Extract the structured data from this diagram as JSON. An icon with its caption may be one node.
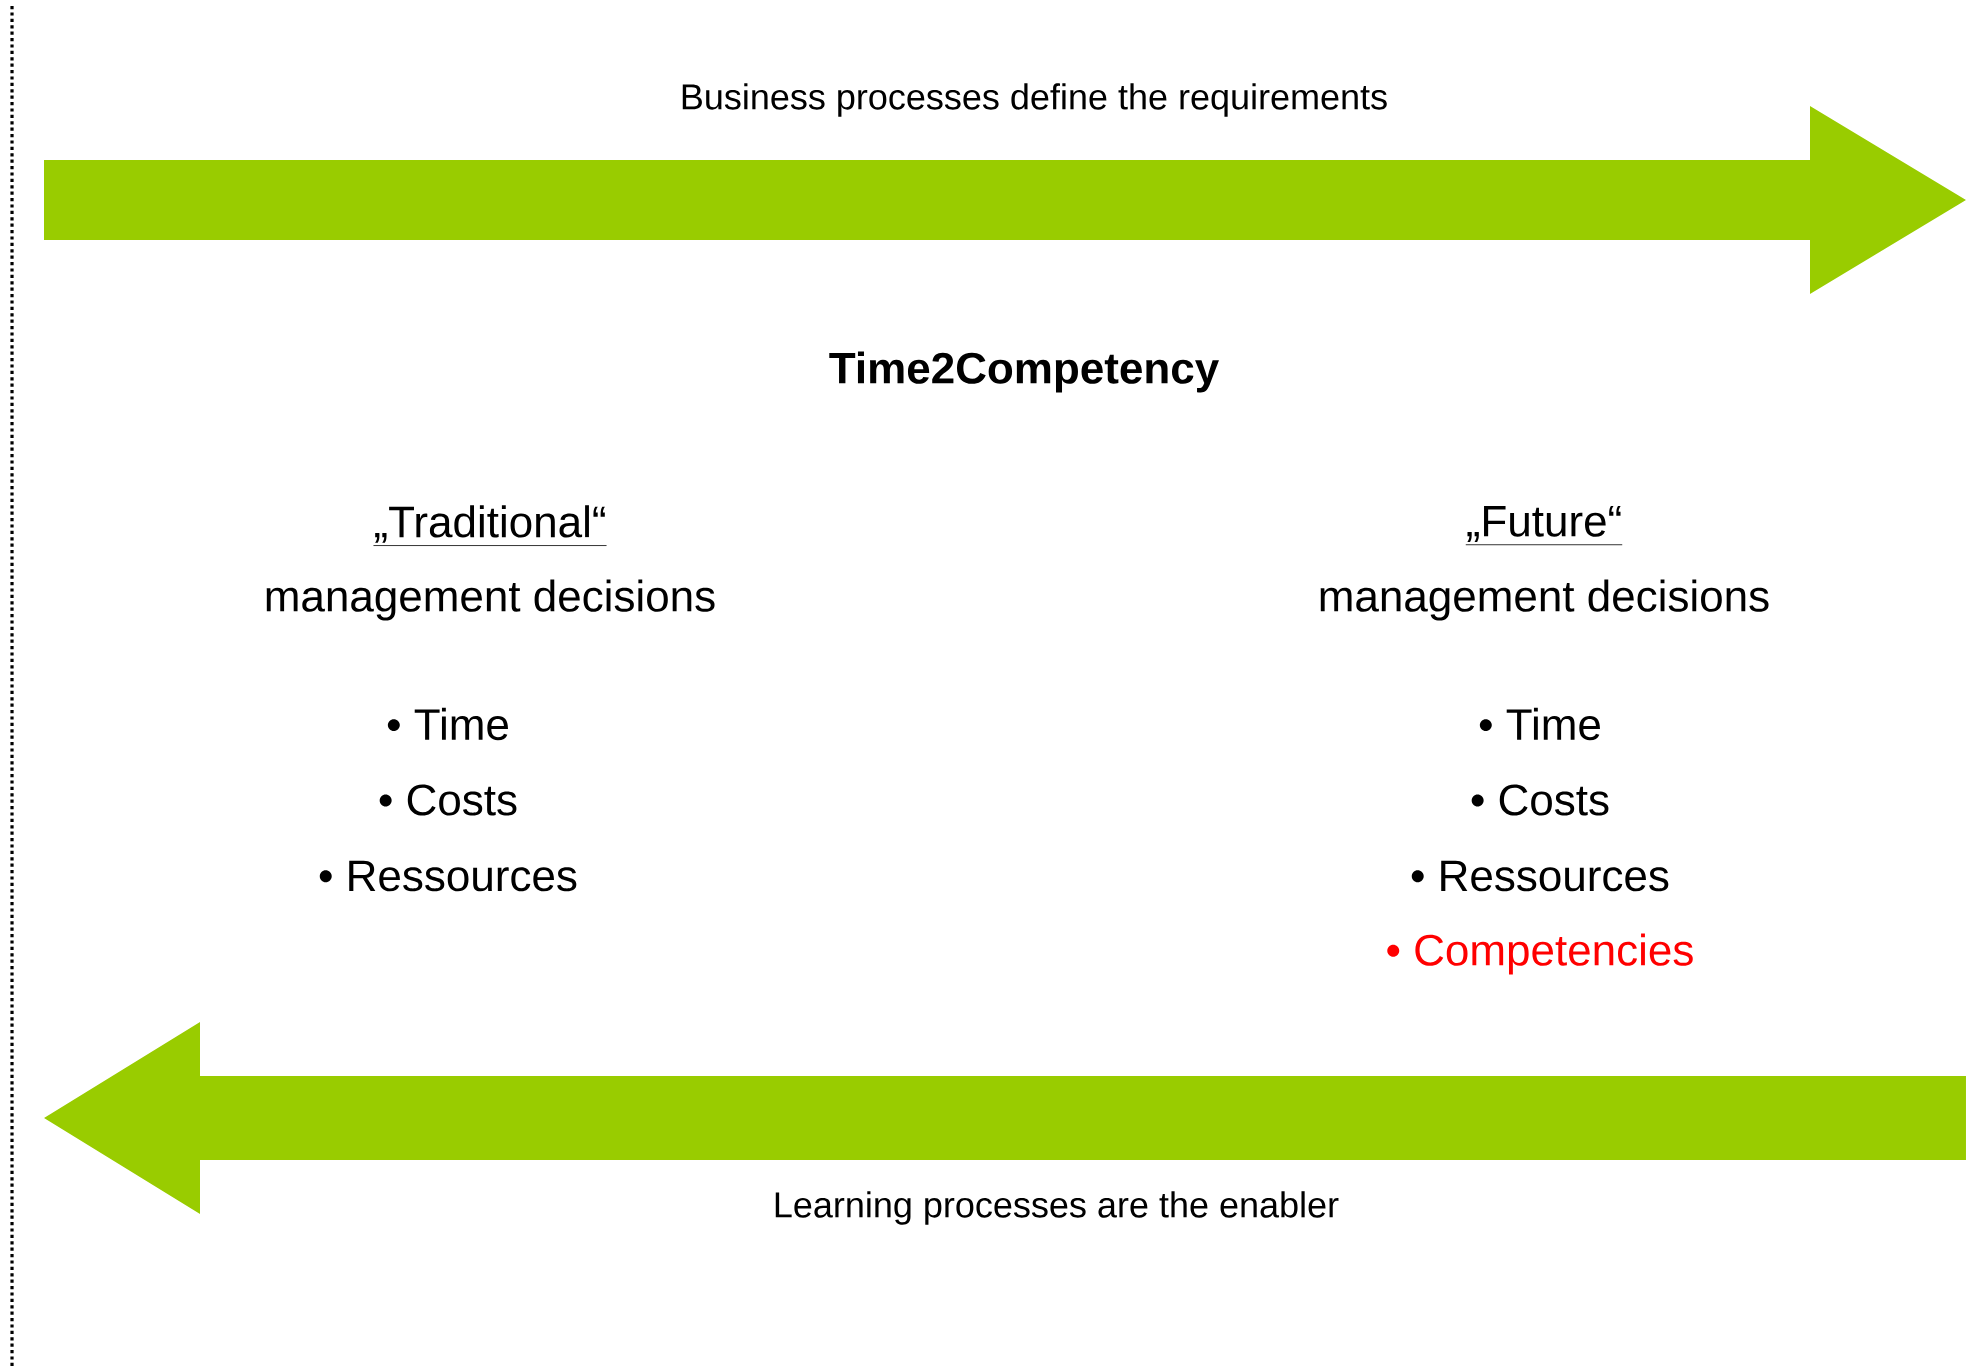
{
  "diagram": {
    "title": "Time2Competency",
    "labels": [
      "Business processes define the requirements",
      "„Traditional“",
      "management decisions",
      "• Time",
      "• Costs",
      "• Ressources",
      "„Future“",
      "management decisions",
      "• Time",
      "• Costs",
      "• Ressources",
      "• Competencies",
      "Learning processes are the enabler"
    ]
  }
}
